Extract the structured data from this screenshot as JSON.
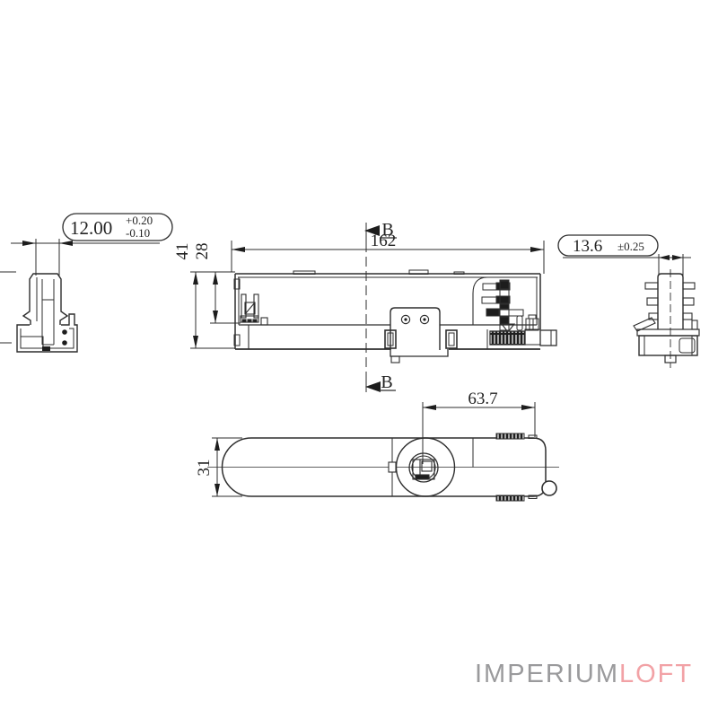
{
  "drawing": {
    "section_label": "B",
    "dims": {
      "stem_width": "12.00",
      "stem_tol_plus": "+0.20",
      "stem_tol_minus": "-0.10",
      "length": "162",
      "height_total": "41",
      "height_upper": "28",
      "end_width": "13.6",
      "end_tol": "±0.25",
      "boss_offset": "63.7",
      "body_width": "31"
    }
  },
  "logo": {
    "gray_part": "IMPERIUM",
    "pink_part": "LOFT"
  },
  "colors": {
    "line": "#2e2e2e",
    "logo_gray": "#9a9a9c",
    "logo_pink": "#f2a2a6"
  }
}
